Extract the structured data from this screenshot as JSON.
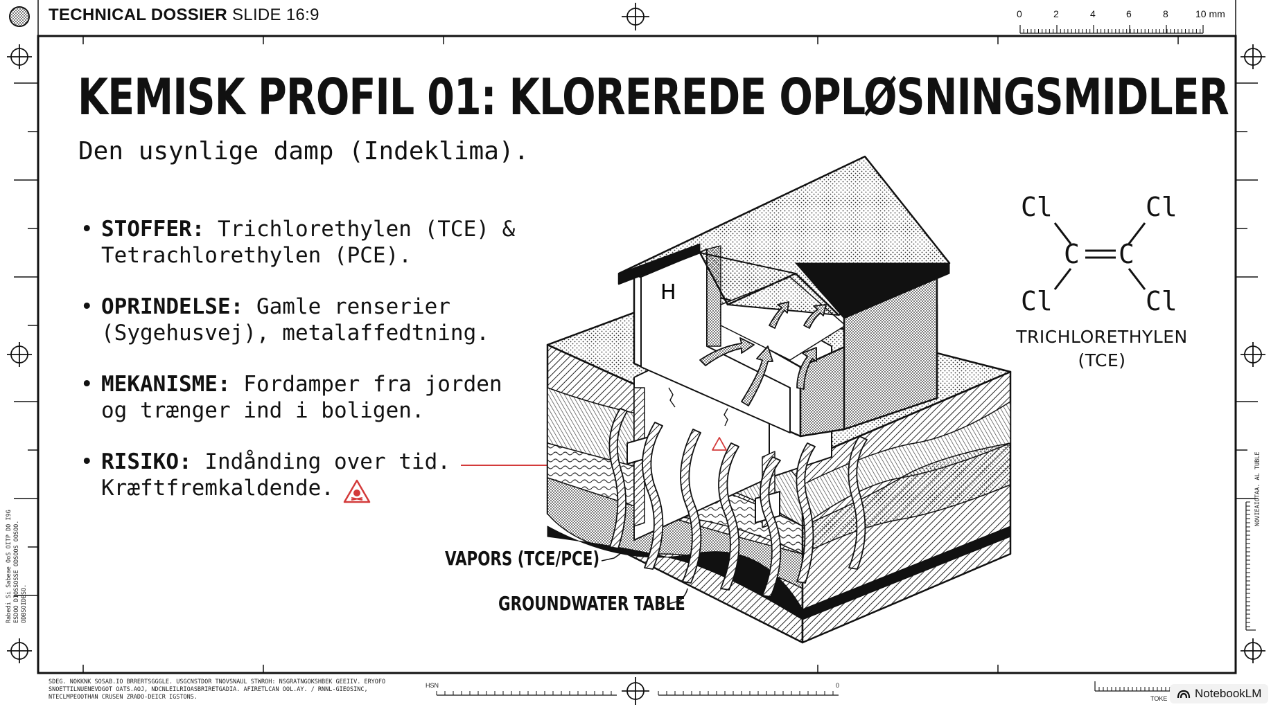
{
  "header": {
    "dossier_bold": "TECHNICAL DOSSIER",
    "dossier_light": " SLIDE 16:9",
    "ruler_labels": [
      "0",
      "2",
      "4",
      "6",
      "8",
      "10 mm"
    ]
  },
  "slide": {
    "title": "KEMISK PROFIL 01: KLOREREDE OPLØSNINGSMIDLER",
    "subtitle": "Den usynlige damp (Indeklima).",
    "bullets": [
      {
        "label": "STOFFER:",
        "text": " Trichlorethylen (TCE) & Tetrachlorethylen (PCE)."
      },
      {
        "label": "OPRINDELSE:",
        "text": " Gamle renserier (Sygehusvej), metalaffedtning."
      },
      {
        "label": "MEKANISME:",
        "text": " Fordamper fra jorden og trænger ind i boligen."
      },
      {
        "label": "RISIKO:",
        "text": " Indånding over tid. Kræftfremkaldende."
      }
    ],
    "bullet_marker": "•",
    "molecule": {
      "atoms": {
        "cl": "Cl",
        "c": "C",
        "bond": "="
      },
      "name_line1": "TRICHLORETHYLEN",
      "name_line2": "(TCE)"
    },
    "diagram_labels": {
      "vapors": "VAPORS (TCE/PCE)",
      "groundwater": "GROUNDWATER TABLE",
      "house_letter": "H"
    },
    "hazard_icon": "skull-warning-icon"
  },
  "footer": {
    "footnote": "SDEG. NOKKNK SOSAB.IO BRRERTSGGGLE. USGCNSTDOR TNOVSNAUL STWROH: NSGRATNGOKSHBEK GEEIIV. ERYOFO SNOETTILNUENEVDGOT OATS.AOJ, NDCNLEILRIOASBRIRETGADIA. AFIRETLCAN OOL.AY. / RNNL-GIEOSINC, NTECLMPEOOTHAN CRUSEN ZRADO-DEICR IGSTONS.",
    "ruler_left_label": "HSN",
    "ruler_right_label": "0",
    "corner_label": "TOKE",
    "sidenote": "Rabedi Si Sabeae OoS OITP DO I9G ESDOO DIOSSOSSE ODSOOS OOSOO. ODBSOIDBSO.",
    "sidenote_right": "NOVIEAIOTAA. AL TUBLE",
    "brand": "NotebookLM"
  },
  "colors": {
    "ink": "#111111",
    "accent_red": "#d33a3a",
    "paper": "#ffffff"
  }
}
